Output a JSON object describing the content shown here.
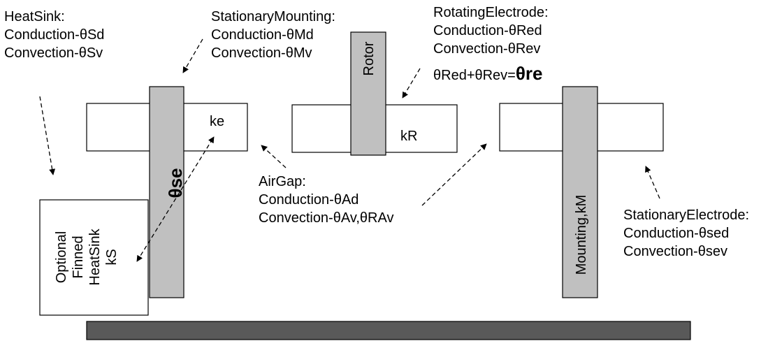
{
  "heatsink": {
    "title": "HeatSink:",
    "conduction": "Conduction-θSd",
    "convection": "Convection-θSv"
  },
  "stationary_mounting": {
    "title": "StationaryMounting:",
    "conduction": "Conduction-θMd",
    "convection": "Convection-θMv"
  },
  "rotating_electrode": {
    "title": "RotatingElectrode:",
    "conduction": "Conduction-θRed",
    "convection": "Convection-θRev",
    "sum_prefix": "θRed+θRev=",
    "sum_result": "θre"
  },
  "rotor_label": "Rotor",
  "ke_label": "ke",
  "kr_label": "kR",
  "theta_se_label": "θse",
  "optional_heatsink": {
    "line1": "Optional",
    "line2": "Finned",
    "line3": "HeatSink",
    "line4": "kS"
  },
  "airgap": {
    "title": "AirGap:",
    "conduction": "Conduction-θAd",
    "convection": "Convection-θAv,θRAv"
  },
  "mounting_label": "Mounting,kM",
  "stationary_electrode": {
    "title": "StationaryElectrode:",
    "conduction": "Conduction-θsed",
    "convection": "Convection-θsev"
  }
}
